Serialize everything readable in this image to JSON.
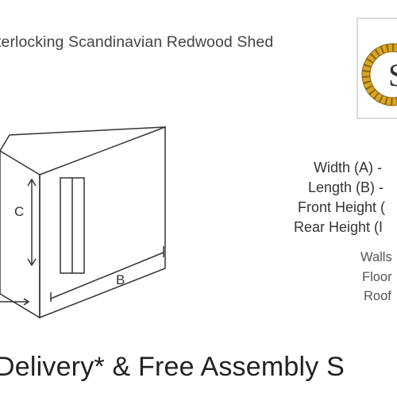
{
  "title": "terlocking Scandinavian Redwood Shed",
  "logo": {
    "letter": "S",
    "colors": {
      "rope": "#d9a623",
      "rope_dark": "#8a6412",
      "frame": "#cfcfcf"
    }
  },
  "diagram": {
    "label_c": "C",
    "label_b": "B"
  },
  "specs": [
    "Width (A) -",
    "Length (B) -",
    "Front Height (",
    "Rear Height (I"
  ],
  "materials": [
    "Walls",
    "Floor",
    "Roof"
  ],
  "footer": "Delivery* & Free Assembly S"
}
